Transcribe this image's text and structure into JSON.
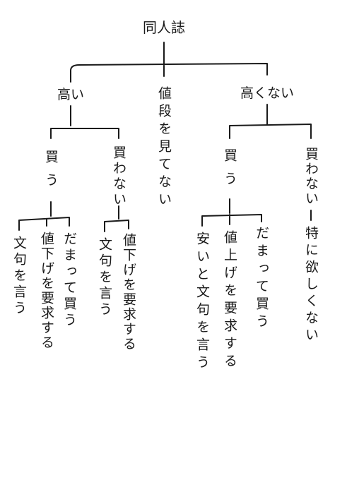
{
  "tree": {
    "label": "同人誌",
    "children": [
      {
        "label": "高い",
        "children": [
          {
            "label": "買う",
            "children": [
              {
                "label": "文句を言う"
              },
              {
                "label": "値下げを要求する"
              },
              {
                "label": "だまって買う"
              }
            ]
          },
          {
            "label": "買わない",
            "children": [
              {
                "label": "文句を言う"
              },
              {
                "label": "値下げを要求する"
              }
            ]
          }
        ]
      },
      {
        "label": "値段を見てない"
      },
      {
        "label": "高くない",
        "children": [
          {
            "label": "買う",
            "children": [
              {
                "label": "安いと文句を言う"
              },
              {
                "label": "値上げを要求する"
              },
              {
                "label": "だまって買う"
              }
            ]
          },
          {
            "label": "買わない",
            "children": [
              {
                "label": "特に欲しくない"
              }
            ]
          }
        ]
      }
    ]
  }
}
